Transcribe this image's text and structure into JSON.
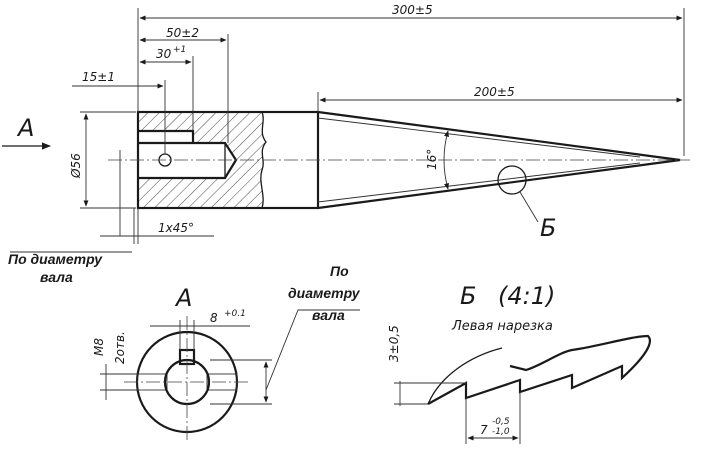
{
  "dims": {
    "total_length": "300±5",
    "cone_length": "200±5",
    "hole_depth": "50±2",
    "slot_depth": "30",
    "slot_depth_tol": "+1",
    "pin_offset": "15±1",
    "diameter": "Ø56",
    "chamfer": "1x45°",
    "cone_angle": "16°",
    "slot_width": "8",
    "slot_width_tol": "+0.1",
    "bolt": "M8",
    "bolt_count": "2отв.",
    "thread_height": "3±0,5",
    "thread_pitch": "7",
    "thread_pitch_tol_upper": "-0,5",
    "thread_pitch_tol_lower": "-1,0"
  },
  "views": {
    "view_a_arrow": "А",
    "view_a_title": "А",
    "detail_marker": "Б",
    "detail_title": "Б",
    "detail_scale": "(4:1)",
    "detail_caption": "Левая нарезка"
  },
  "notes": {
    "shaft_note_1_line1": "По диаметру",
    "shaft_note_1_line2": "вала",
    "shaft_note_2_line1": "По",
    "shaft_note_2_line2": "диаметру",
    "shaft_note_2_line3": "вала"
  }
}
